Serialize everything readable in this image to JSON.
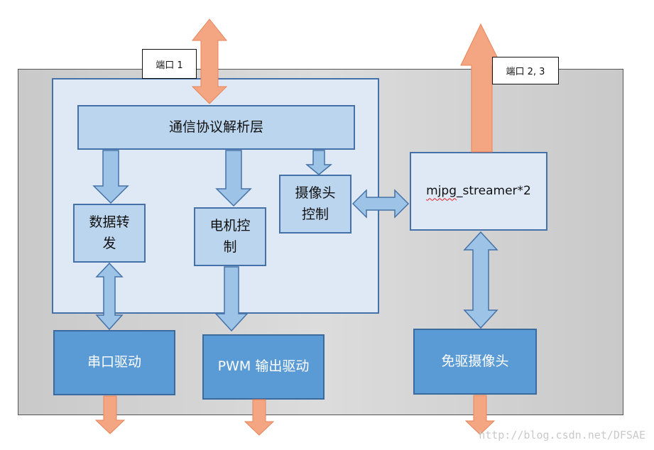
{
  "labels": {
    "port1": "端口 1",
    "port23": "端口 2, 3"
  },
  "boxes": {
    "protocol": "通信协议解析层",
    "data_forward_1": "数据转",
    "data_forward_2": "发",
    "motor_1": "电机控",
    "motor_2": "制",
    "camera_ctrl_1": "摄像头",
    "camera_ctrl_2": "控制",
    "mjpg_prefix": "mjpg",
    "mjpg_suffix": "_streamer*2",
    "serial": "串口驱动",
    "pwm": "PWM 输出驱动",
    "usb_camera": "免驱摄像头"
  },
  "watermark": "http://blog.csdn.net/DFSAE",
  "colors": {
    "arrow_orange": "#f4a582",
    "arrow_blue": "#9dc3e6",
    "box_light": "#bcd5ee",
    "box_dark": "#5b9bd5"
  }
}
